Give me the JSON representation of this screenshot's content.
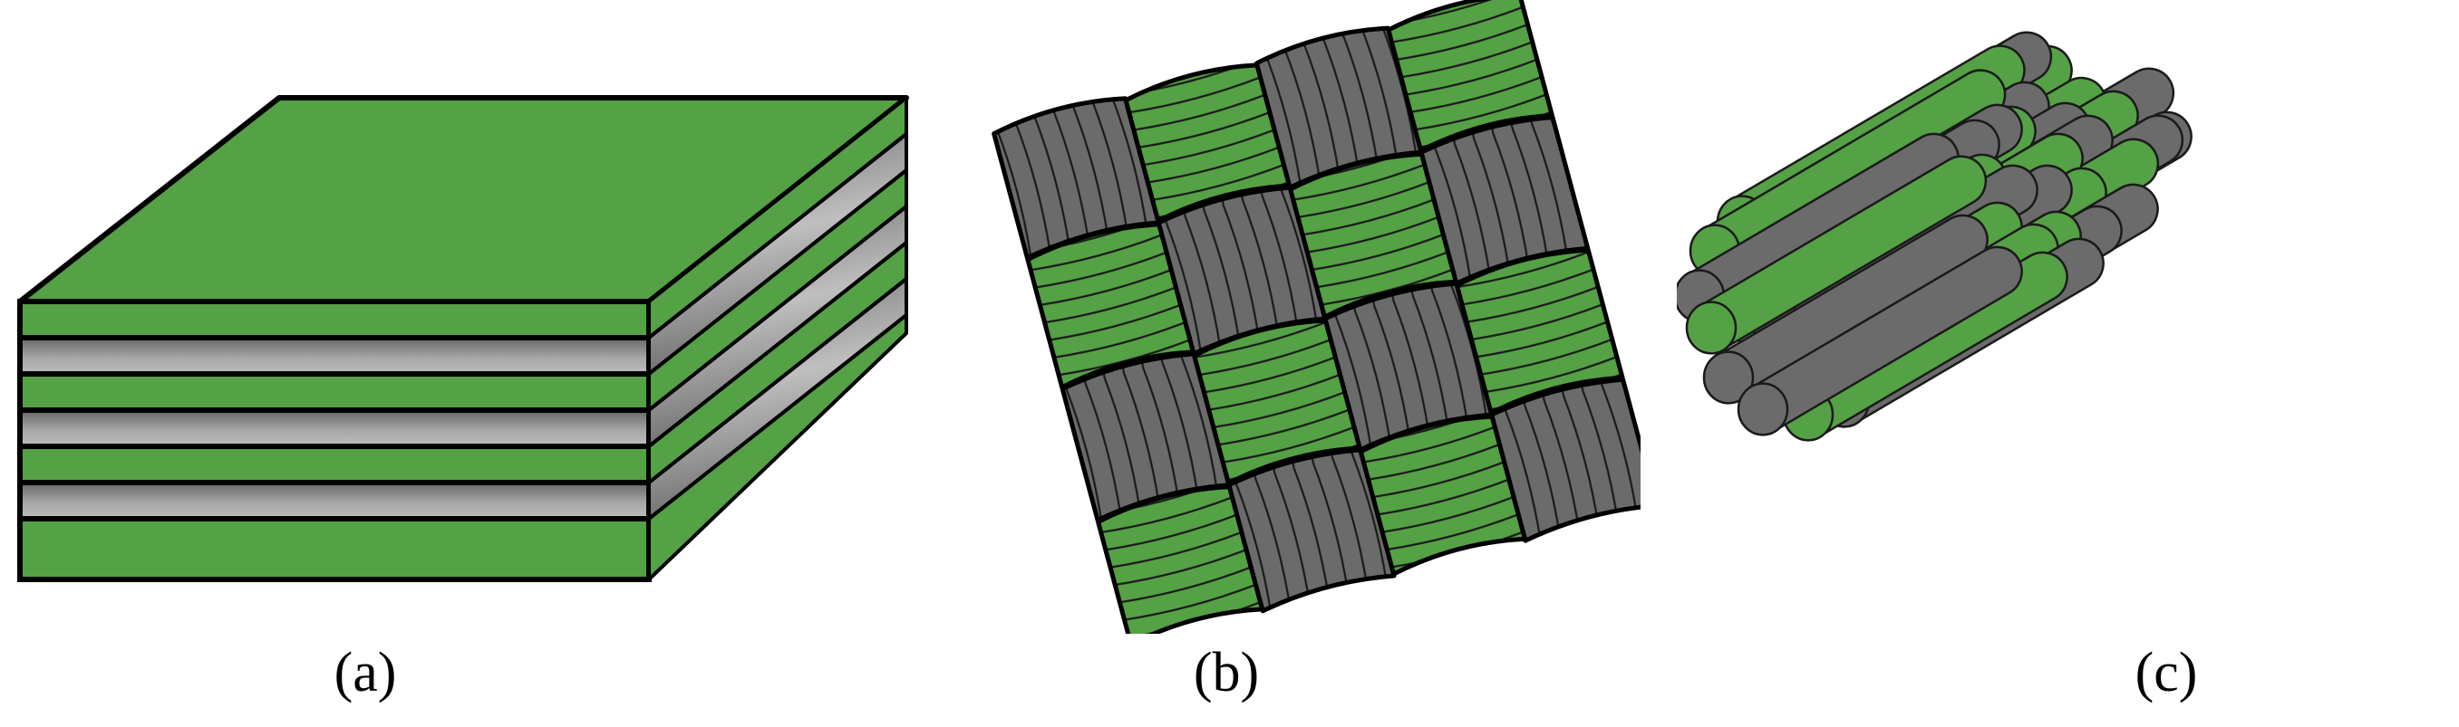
{
  "figure": {
    "colors": {
      "green": "#55a145",
      "gray_rod": "#6b6b6b",
      "gray_band_dark": "#666666",
      "gray_band_light": "#b8b8b8",
      "outline": "#000000"
    },
    "panels": [
      {
        "id": "a",
        "label": "(a)",
        "description": "laminated layers"
      },
      {
        "id": "b",
        "label": "(b)",
        "description": "woven fabric"
      },
      {
        "id": "c",
        "label": "(c)",
        "description": "fiber bundle"
      }
    ]
  }
}
